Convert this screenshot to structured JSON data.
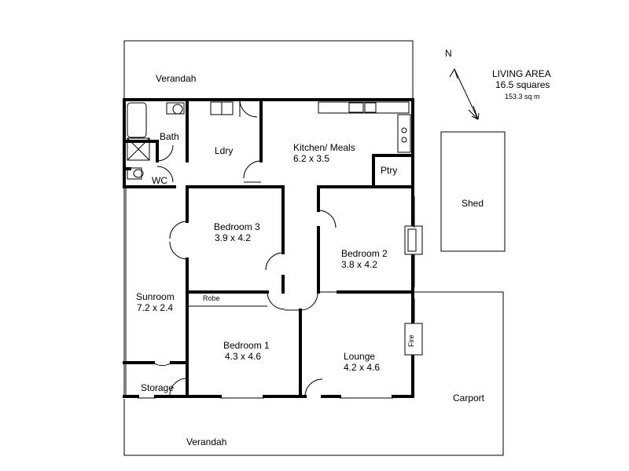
{
  "info": {
    "title": "LIVING AREA",
    "squares": "16.5 squares",
    "sqm": "153.3 sq m"
  },
  "compass": {
    "label": "N"
  },
  "rooms": {
    "verandah_top": "Verandah",
    "verandah_bottom": "Verandah",
    "bath": "Bath",
    "wc": "WC",
    "laundry": "Ldry",
    "kitchen_name": "Kitchen/ Meals",
    "kitchen_size": "6.2 x 3.5",
    "pantry": "Ptry",
    "shed": "Shed",
    "bed3_name": "Bedroom 3",
    "bed3_size": "3.9 x 4.2",
    "bed2_name": "Bedroom 2",
    "bed2_size": "3.8 x 4.2",
    "sunroom_name": "Sunroom",
    "sunroom_size": "7.2 x 2.4",
    "robe": "Robe",
    "bed1_name": "Bedroom 1",
    "bed1_size": "4.3 x 4.6",
    "lounge_name": "Lounge",
    "lounge_size": "4.2 x 4.6",
    "fire": "Fire",
    "storage": "Storage",
    "carport": "Carport"
  }
}
